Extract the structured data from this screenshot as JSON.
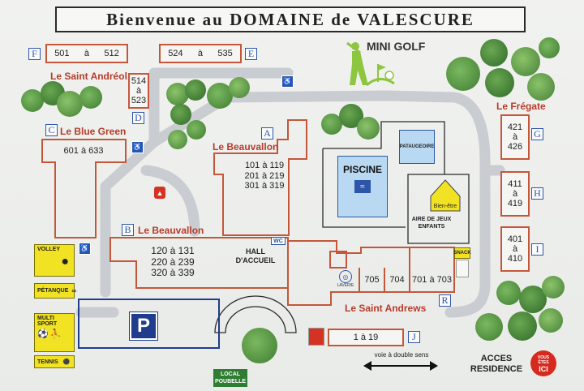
{
  "title": "Bienvenue au DOMAINE de VALESCURE",
  "letters": {
    "F": "F",
    "E": "E",
    "C": "C",
    "D": "D",
    "A": "A",
    "B": "B",
    "G": "G",
    "H": "H",
    "I": "I",
    "R": "R",
    "J": "J"
  },
  "rooms": {
    "f_start": "501",
    "f_a": "à",
    "f_end": "512",
    "e_start": "524",
    "e_a": "à",
    "e_end": "535",
    "d_start": "514",
    "d_a": "à",
    "d_end": "523",
    "c": "601 à 633",
    "a1": "101 à 119",
    "a2": "201 à 219",
    "a3": "301 à 319",
    "b1": "120 à 131",
    "b2": "220 à 239",
    "b3": "320 à 339",
    "g1": "421",
    "g2": "à",
    "g3": "426",
    "h1": "411",
    "h2": "à",
    "h3": "419",
    "i1": "401",
    "i2": "à",
    "i3": "410",
    "r705": "705",
    "r704": "704",
    "r701": "701 à 703",
    "j": "1 à 19"
  },
  "buildings": {
    "saint_andreol": "Le Saint Andréol",
    "blue_green": "Le Blue Green",
    "beauvallon_a": "Le Beauvallon",
    "beauvallon_b": "Le Beauvallon",
    "fregate": "Le Frégate",
    "saint_andrews": "Le Saint Andrews"
  },
  "facilities": {
    "mini_golf": "MINI GOLF",
    "piscine": "PISCINE",
    "pataugeoire": "PATAUGEOIRE",
    "bien_etre": "Bien-être",
    "aire_jeux_1": "AIRE DE JEUX",
    "aire_jeux_2": "ENFANTS",
    "hall_1": "HALL",
    "hall_2": "D'ACCUEIL",
    "wc": "WC",
    "snack": "SNACK",
    "laverie": "LAVERIE",
    "volley": "VOLLEY",
    "petanque": "PÉTANQUE",
    "multi_sport": "MULTI SPORT",
    "tennis": "TENNIS",
    "parking": "P",
    "local_1": "LOCAL",
    "local_2": "POUBELLE",
    "voie": "voie à double sens",
    "acces_1": "ACCES",
    "acces_2": "RESIDENCE",
    "vous_1": "VOUS",
    "vous_2": "ÊTES",
    "vous_3": "ICI"
  },
  "colors": {
    "accent_red": "#c4573a",
    "letter_blue": "#2d56a8",
    "road": "#c9ccd1",
    "tree_green": "#4f8f3c",
    "yellow": "#f1e224"
  },
  "icons": [
    "golfer-icon",
    "pool-icon",
    "wheelchair-icon",
    "fire-extinguisher-icon",
    "volleyball-icon",
    "petanque-icon",
    "sports-icon",
    "tennis-icon",
    "parking-icon",
    "laundry-icon",
    "two-way-arrow-icon",
    "you-are-here-icon"
  ]
}
